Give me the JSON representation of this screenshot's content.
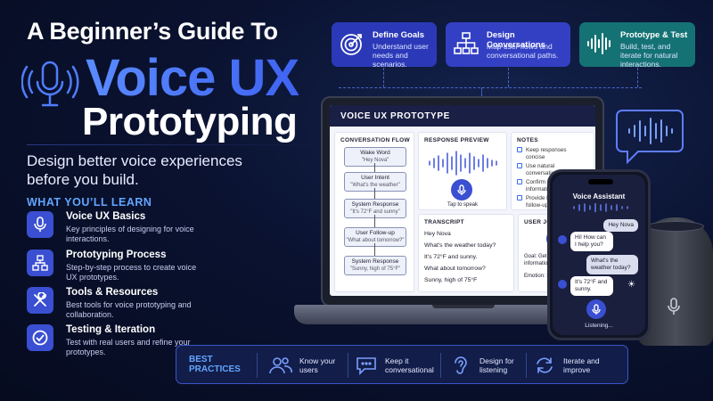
{
  "title": {
    "line1": "A Beginner’s Guide To",
    "line2": "Voice UX",
    "line3": "Prototyping",
    "subtitle": "Design better voice experiences before you build."
  },
  "learn": {
    "heading": "WHAT YOU’LL LEARN",
    "items": [
      {
        "title": "Voice UX Basics",
        "desc": "Key principles of designing for voice interactions.",
        "icon": "microphone-icon"
      },
      {
        "title": "Prototyping Process",
        "desc": "Step-by-step process to create voice UX prototypes.",
        "icon": "flowchart-icon"
      },
      {
        "title": "Tools & Resources",
        "desc": "Best tools for voice prototyping and collaboration.",
        "icon": "tools-icon"
      },
      {
        "title": "Testing & Iteration",
        "desc": "Test with real users and refine your prototypes.",
        "icon": "check-icon"
      }
    ]
  },
  "cards": [
    {
      "title": "Define Goals",
      "desc": "Understand user needs and scenarios.",
      "icon": "target-icon"
    },
    {
      "title": "Design Conversations",
      "desc": "Map user flows and conversational paths.",
      "icon": "flowchart-icon"
    },
    {
      "title": "Prototype & Test",
      "desc": "Build, test, and iterate for natural interactions.",
      "icon": "waveform-icon"
    }
  ],
  "laptop": {
    "header": "VOICE UX PROTOTYPE",
    "flow": {
      "heading": "CONVERSATION FLOW",
      "steps": [
        {
          "label": "Wake Word",
          "sub": "\"Hey Nova\""
        },
        {
          "label": "User Intent",
          "sub": "\"What's the weather\""
        },
        {
          "label": "System Response",
          "sub": "\"It's 72°F and sunny\""
        },
        {
          "label": "User Follow-up",
          "sub": "\"What about tomorrow?\""
        },
        {
          "label": "System Response",
          "sub": "\"Sunny, high of 75°F\""
        }
      ]
    },
    "preview": {
      "heading": "RESPONSE PREVIEW",
      "tap": "Tap to speak"
    },
    "notes": {
      "heading": "NOTES",
      "items": [
        "Keep responses concise",
        "Use natural conversational tone",
        "Confirm important information",
        "Provide helpful follow-ups"
      ]
    },
    "transcript": {
      "heading": "TRANSCRIPT",
      "lines": [
        "Hey Nova",
        "What's the weather today?",
        "It's 72°F and sunny.",
        "What about tomorrow?",
        "Sunny, high of 75°F"
      ]
    },
    "journey": {
      "heading": "USER JOURNEY",
      "goal": "Goal: Get weather information",
      "emotion": "Emotion: Neutral"
    }
  },
  "phone": {
    "title": "Voice Assistant",
    "messages": [
      {
        "side": "right",
        "text": "Hey Nova"
      },
      {
        "side": "left",
        "text": "Hi! How can I help you?"
      },
      {
        "side": "right",
        "text": "What's the weather today?"
      },
      {
        "side": "left",
        "text": "It's 72°F and sunny."
      }
    ],
    "listening": "Listening..."
  },
  "best": {
    "heading": "BEST PRACTICES",
    "items": [
      {
        "text": "Know your users",
        "icon": "users-icon"
      },
      {
        "text": "Keep it conversational",
        "icon": "chat-icon"
      },
      {
        "text": "Design for listening",
        "icon": "ear-icon"
      },
      {
        "text": "Iterate and improve",
        "icon": "refresh-icon"
      }
    ]
  },
  "colors": {
    "accent": "#4f7dff",
    "card_blue": "#2b39b8",
    "card_teal": "#157274",
    "bg": "#0a1230"
  }
}
